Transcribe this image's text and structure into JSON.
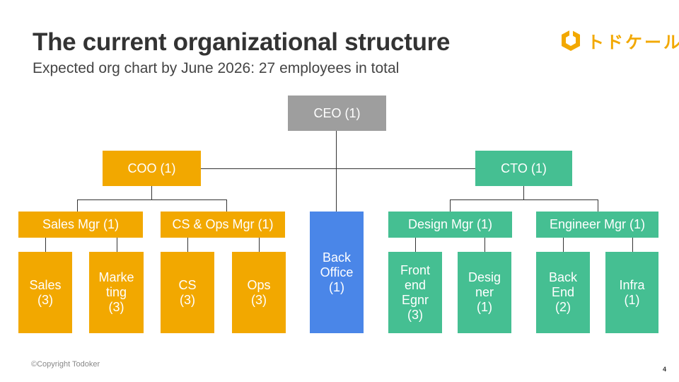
{
  "header": {
    "title": "The current organizational structure",
    "subtitle": "Expected org chart by June 2026: 27 employees in total"
  },
  "logo": {
    "text": "トドケール",
    "icon": "todoker-logo-icon",
    "color": "#F2A800"
  },
  "org": {
    "ceo": "CEO (1)",
    "coo": "COO (1)",
    "cto": "CTO (1)",
    "sales_mgr": "Sales Mgr (1)",
    "cs_ops_mgr": "CS & Ops Mgr (1)",
    "design_mgr": "Design Mgr (1)",
    "engineer_mgr": "Engineer Mgr (1)",
    "back_office": [
      "Back",
      "Office",
      "(1)"
    ],
    "sales": [
      "Sales",
      "(3)"
    ],
    "marketing": [
      "Marke",
      "ting",
      "(3)"
    ],
    "cs": [
      "CS",
      "(3)"
    ],
    "ops": [
      "Ops",
      "(3)"
    ],
    "frontend": [
      "Front",
      "end",
      "Egnr",
      "(3)"
    ],
    "designer": [
      "Desig",
      "ner",
      "(1)"
    ],
    "backend": [
      "Back",
      "End",
      "(2)"
    ],
    "infra": [
      "Infra",
      "(1)"
    ]
  },
  "colors": {
    "business": "#F2A800",
    "tech": "#45BF92",
    "executive": "#9E9E9E",
    "back_office": "#4A86E8"
  },
  "footer": {
    "copyright": "©Copyright Todoker",
    "page": "4"
  }
}
